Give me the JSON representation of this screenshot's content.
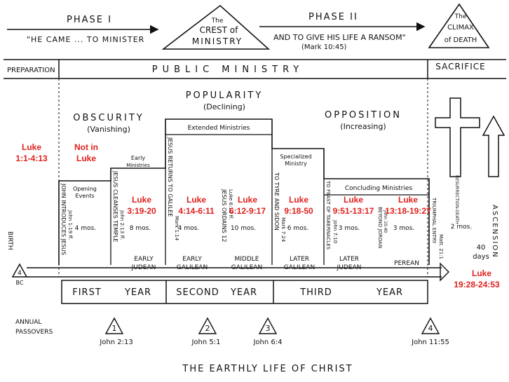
{
  "phase1": {
    "title": "PHASE I",
    "subtitle": "\"HE CAME ... TO MINISTER"
  },
  "crest": {
    "line1": "The",
    "line2": "CREST of",
    "line3": "MINISTRY"
  },
  "phase2": {
    "title": "PHASE II",
    "subtitle": "AND TO GIVE HIS LIFE A RANSOM\"",
    "reference": "(Mark 10:45)"
  },
  "climax": {
    "line1": "The",
    "line2": "CLIMAX",
    "line3": "of DEATH"
  },
  "bands": {
    "preparation": "PREPARATION",
    "public_ministry": "PUBLIC MINISTRY",
    "sacrifice": "SACRIFICE"
  },
  "stages": {
    "obscurity": {
      "title": "OBSCURITY",
      "sub": "(Vanishing)"
    },
    "popularity": {
      "title": "POPULARITY",
      "sub": "(Declining)"
    },
    "opposition": {
      "title": "OPPOSITION",
      "sub": "(Increasing)"
    }
  },
  "blocks": {
    "opening_events": {
      "label1": "Opening",
      "label2": "Events",
      "duration": "4 mos."
    },
    "early_ministries": {
      "label1": "Early",
      "label2": "Ministries",
      "duration": "8 mos.",
      "region1": "EARLY",
      "region2": "JUDEAN"
    },
    "extended_ministries": {
      "label": "Extended Ministries"
    },
    "galilean_4": {
      "duration": "4 mos.",
      "region1": "EARLY",
      "region2": "GALILEAN"
    },
    "galilean_10": {
      "duration": "10 mos.",
      "region1": "MIDDLE",
      "region2": "GALILEAN"
    },
    "specialized": {
      "label1": "Specialized",
      "label2": "Ministry",
      "duration": "6 mos.",
      "region1": "LATER",
      "region2": "GALILEAN"
    },
    "concluding": {
      "label": "Concluding Ministries",
      "d1": "3 mos.",
      "r1a": "LATER",
      "r1b": "JUDEAN",
      "d2": "3 mos.",
      "r2": "PEREAN"
    },
    "resurrection": {
      "label": "RESURRECTION-DEATH",
      "duration": "2 mos."
    }
  },
  "vertical_labels": {
    "birth": "BIRTH",
    "john_introduces": "JOHN INTRODUCES JESUS",
    "john_introduces_ref": "John 1:19 ff.",
    "jesus_cleanses": "JESUS CLEANSES TEMPLE",
    "jesus_cleanses_ref": "John 2:13 ff.",
    "returns_galilee": "JESUS RETURNS TO GALILEE",
    "returns_galilee_ref": "Mark 1:14",
    "ordains_12": "JESUS ORDAINS 12",
    "ordains_12_ref": "Luke 6:12 ff.",
    "tyre_sidon": "TO TYRE AND SIDON",
    "tyre_sidon_ref": "Mark 7:24",
    "feast_tabernacles": "TO FEAST OF TABERNACLES",
    "feast_tabernacles_ref": "John 7:10",
    "beyond_jordan": "BEYOND JORDAN",
    "beyond_jordan_ref": "John 10:40",
    "triumphal_entry": "TRIUMPHAL ENTRY",
    "triumphal_entry_ref": "Matt. 21:1",
    "ascension": "ASCENSION"
  },
  "luke_refs": {
    "prep": [
      "Luke",
      "1:1-4:13"
    ],
    "not_in": [
      "Not in",
      "Luke"
    ],
    "r1": [
      "Luke",
      "3:19-20"
    ],
    "r2": [
      "Luke",
      "4:14-6:11"
    ],
    "r3": [
      "Luke",
      "6:12-9:17"
    ],
    "r4": [
      "Luke",
      "9:18-50"
    ],
    "r5": [
      "Luke",
      "9:51-13:17"
    ],
    "r6": [
      "Luke",
      "13:18-19:27"
    ],
    "r7": [
      "Luke",
      "19:28-24:53"
    ]
  },
  "timeline": {
    "bc_number": "4",
    "bc_label": "BC",
    "forty_days": [
      "40",
      "days"
    ],
    "years": [
      "FIRST",
      "YEAR",
      "SECOND",
      "YEAR",
      "THIRD",
      "YEAR"
    ]
  },
  "passovers": {
    "label1": "ANNUAL",
    "label2": "PASSOVERS",
    "items": [
      {
        "num": "1",
        "ref": "John 2:13"
      },
      {
        "num": "2",
        "ref": "John 5:1"
      },
      {
        "num": "3",
        "ref": "John 6:4"
      },
      {
        "num": "4",
        "ref": "John 11:55"
      }
    ]
  },
  "footer": "THE EARTHLY LIFE OF CHRIST",
  "colors": {
    "ink": "#111111",
    "red": "#e0201c",
    "paper": "#ffffff"
  }
}
